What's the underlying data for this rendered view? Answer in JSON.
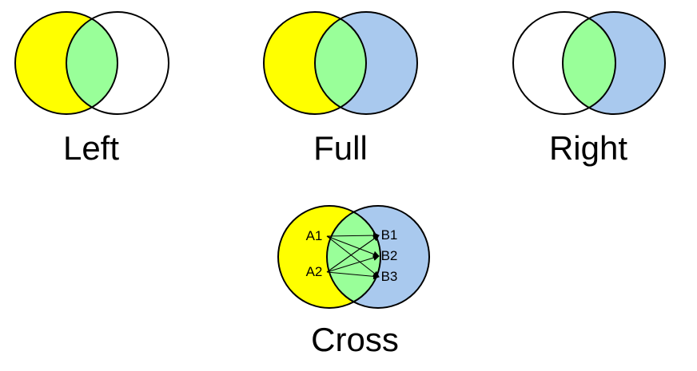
{
  "colors": {
    "left_set": "#ffff00",
    "right_set": "#a9c9ee",
    "intersection": "#99ff99",
    "unfilled": "#ffffff",
    "outline": "#000000"
  },
  "diagrams": [
    {
      "caption": "Left",
      "left_filled": true,
      "right_filled": false,
      "intersection_filled": true
    },
    {
      "caption": "Full",
      "left_filled": true,
      "right_filled": true,
      "intersection_filled": true
    },
    {
      "caption": "Right",
      "left_filled": false,
      "right_filled": true,
      "intersection_filled": true
    }
  ],
  "cross": {
    "caption": "Cross",
    "left_nodes": [
      "A1",
      "A2"
    ],
    "right_nodes": [
      "B1",
      "B2",
      "B3"
    ],
    "edges": "all-to-all"
  }
}
